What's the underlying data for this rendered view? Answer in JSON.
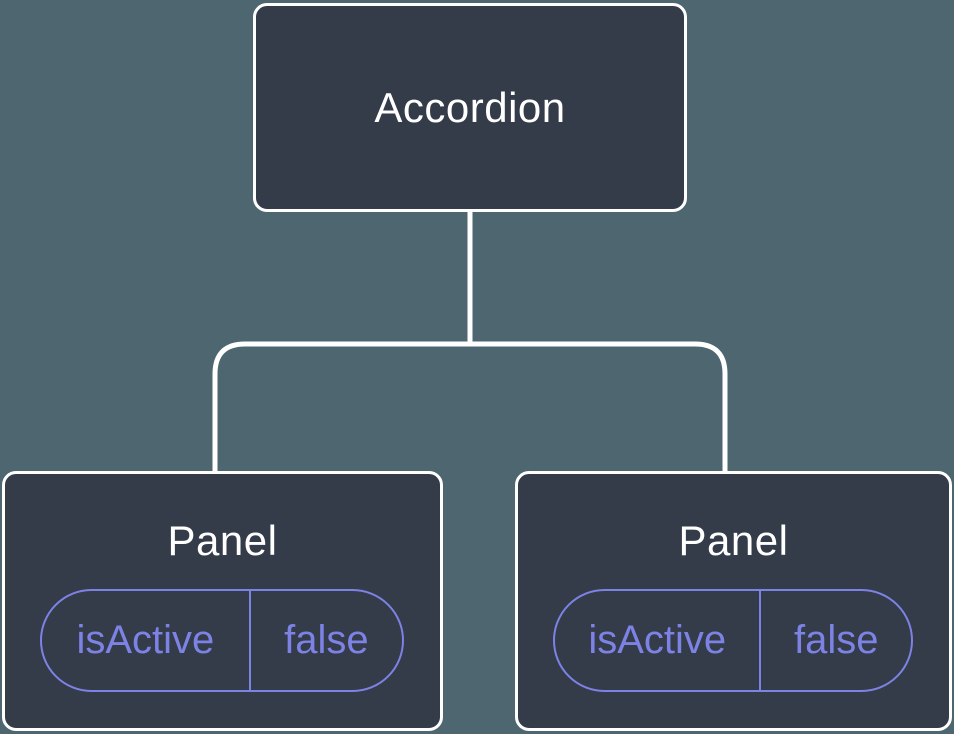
{
  "diagram": {
    "type": "component-tree",
    "colors": {
      "background": "#4d666f",
      "node_fill": "#343b49",
      "node_border": "#ffffff",
      "node_text": "#ffffff",
      "accent": "#7d82e5",
      "connector": "#ffffff"
    },
    "root": {
      "label": "Accordion"
    },
    "children": [
      {
        "label": "Panel",
        "props": [
          {
            "name": "isActive",
            "value": "false"
          }
        ]
      },
      {
        "label": "Panel",
        "props": [
          {
            "name": "isActive",
            "value": "false"
          }
        ]
      }
    ]
  }
}
